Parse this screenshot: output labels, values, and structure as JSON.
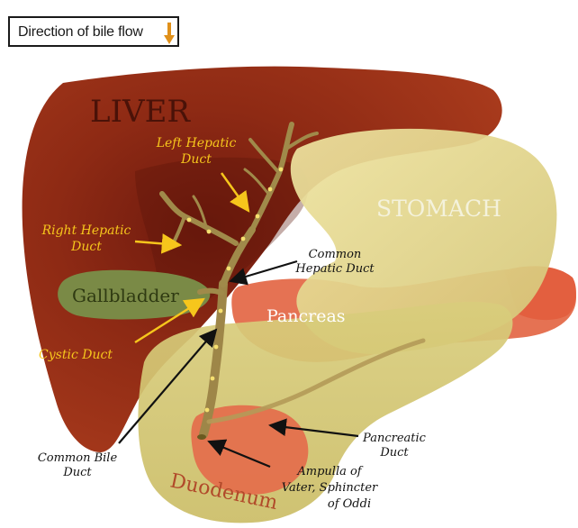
{
  "legend": {
    "text": "Direction of bile flow",
    "arrow_icon": "down-arrow-icon",
    "arrow_color": "#e0901a"
  },
  "organs": {
    "liver": "LIVER",
    "stomach": "STOMACH",
    "gallbladder": "Gallbladder",
    "pancreas": "Pancreas",
    "duodenum": "Duodenum"
  },
  "ducts": {
    "left_hepatic": [
      "Left Hepatic",
      "Duct"
    ],
    "right_hepatic": [
      "Right Hepatic",
      "Duct"
    ],
    "cystic": "Cystic Duct",
    "common_hepatic": [
      "Common",
      "Hepatic Duct"
    ],
    "common_bile": [
      "Common Bile",
      "Duct"
    ],
    "pancreatic": [
      "Pancreatic",
      "Duct"
    ],
    "ampulla": [
      "Ampulla of",
      "Vater, Sphincter",
      "of Oddi"
    ]
  },
  "colors": {
    "liver": "#8e2a14",
    "stomach": "#e0d488",
    "gallbladder": "#7a8a46",
    "pancreas": "#e46a4a",
    "duct_label_yellow": "#f6c61c",
    "duct_label_black": "#111111"
  }
}
